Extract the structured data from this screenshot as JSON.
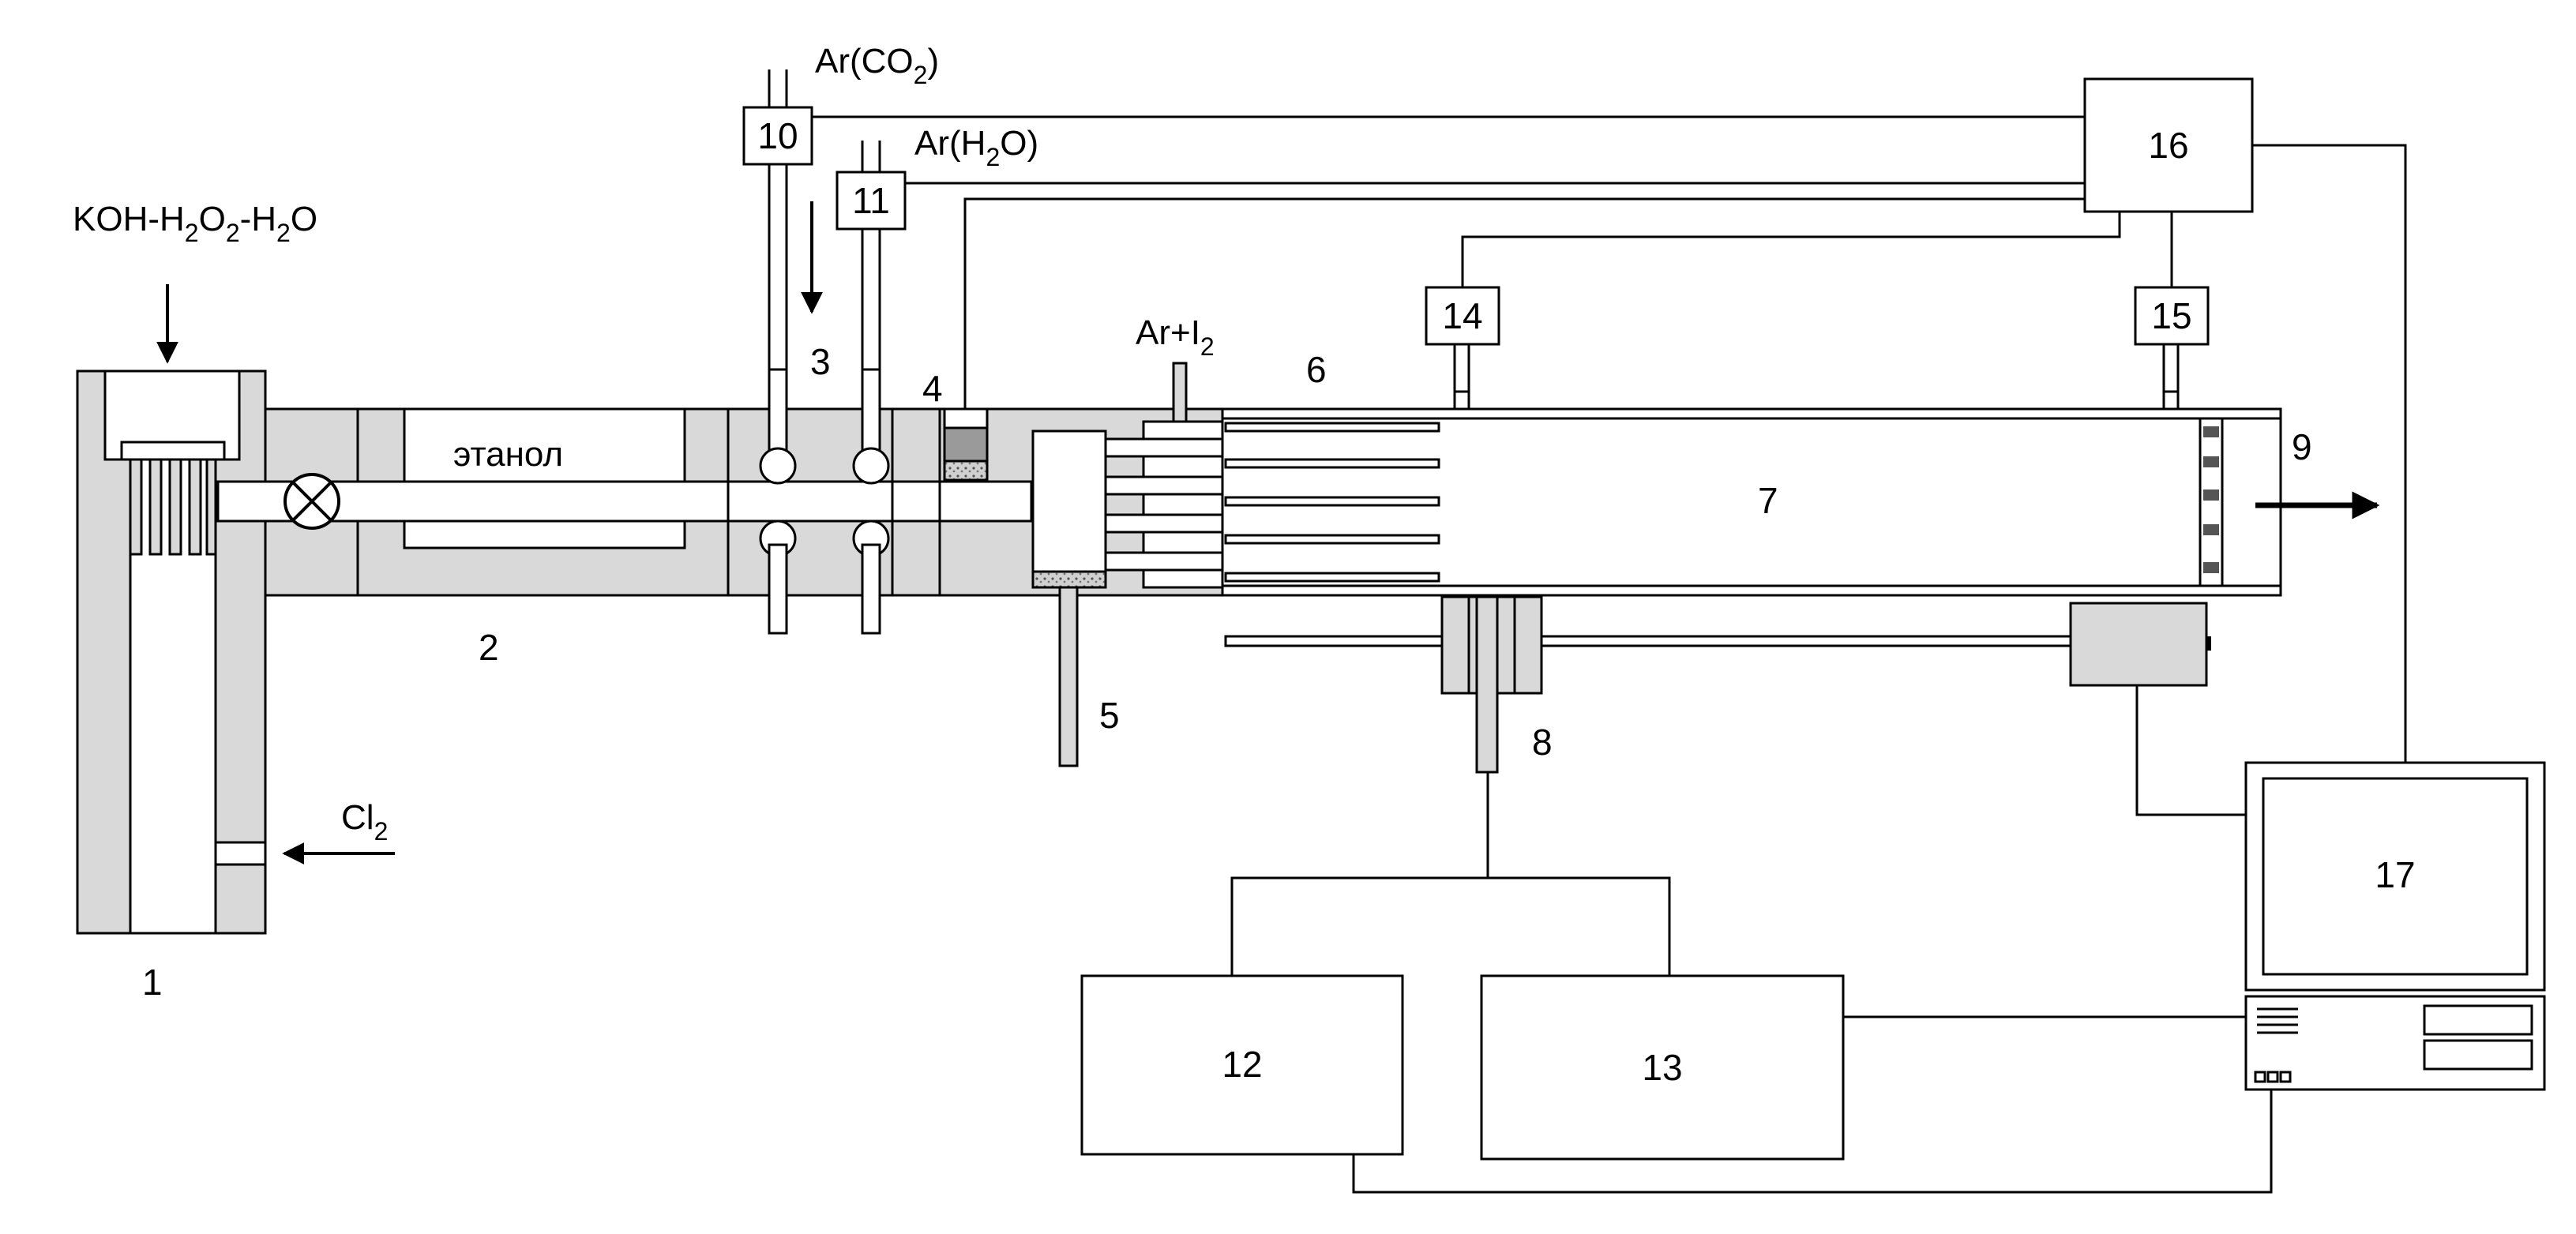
{
  "labels": {
    "koh": {
      "a": "KOH-H",
      "s1": "2",
      "b": "O",
      "s2": "2",
      "c": "-H",
      "s3": "2",
      "d": "O"
    },
    "cl2": {
      "a": "Cl",
      "s1": "2"
    },
    "ar_co2": {
      "a": "Ar(CO",
      "s1": "2",
      "b": ")"
    },
    "ar_h2o": {
      "a": "Ar(H",
      "s1": "2",
      "b": "O)"
    },
    "ar_i2": {
      "a": "Ar+I",
      "s1": "2"
    },
    "ethanol": "этанол"
  },
  "numbers": {
    "n1": "1",
    "n2": "2",
    "n3": "3",
    "n4": "4",
    "n5": "5",
    "n6": "6",
    "n7": "7",
    "n8": "8",
    "n9": "9",
    "n10": "10",
    "n11": "11",
    "n12": "12",
    "n13": "13",
    "n14": "14",
    "n15": "15",
    "n16": "16",
    "n17": "17"
  }
}
